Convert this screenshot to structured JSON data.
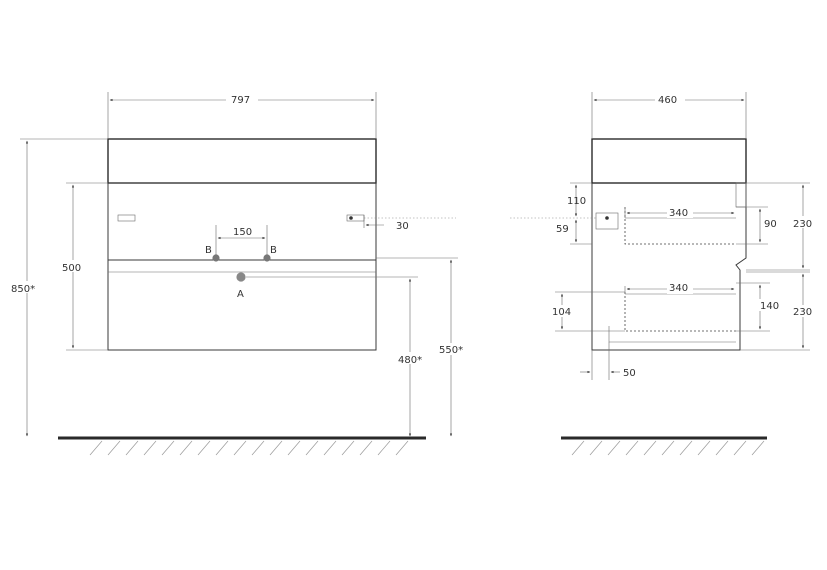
{
  "front_view": {
    "width_label": "797",
    "overall_height_label": "850*",
    "cabinet_height_label": "500",
    "tap_spacing_label": "150",
    "inlet_b_left_label": "B",
    "inlet_b_right_label": "B",
    "drain_a_label": "A",
    "bracket_offset_label": "30",
    "drain_height_label": "480*",
    "mount_height_label": "550*"
  },
  "side_view": {
    "depth_label": "460",
    "bracket_top_label": "110",
    "bracket_center_label": "59",
    "upper_drawer_depth_label": "340",
    "upper_inner_height_label": "90",
    "upper_front_height_label": "230",
    "lower_drawer_depth_label": "340",
    "lower_inner_height_label": "140",
    "lower_front_height_label": "230",
    "lower_offset_label": "104",
    "plinth_offset_label": "50"
  }
}
